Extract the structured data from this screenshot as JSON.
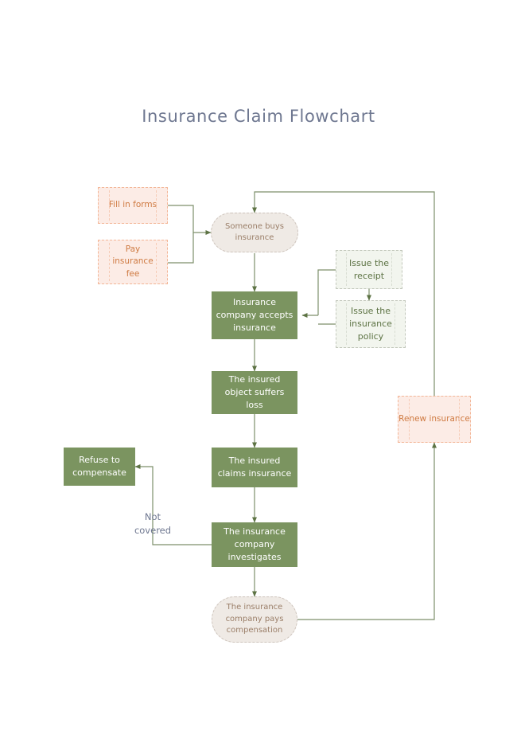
{
  "page": {
    "title": "Insurance Claim Flowchart",
    "background": "#ffffff"
  },
  "colors": {
    "title_text": "#6e7790",
    "green_fill": "#7b9460",
    "green_text": "#ffffff",
    "pink_fill": "#fcece6",
    "pink_border": "#f3b596",
    "pink_text": "#cf7b43",
    "ltgreen_fill": "#f2f5ee",
    "ltgreen_border": "#c2c7bb",
    "ltgreen_text": "#5d7344",
    "round_fill": "#efeae5",
    "round_border": "#cdc3bb",
    "round_text": "#9a7e68",
    "connector": "#7d8f6b",
    "label_text": "#6e7790"
  },
  "chart_data": {
    "type": "diagram",
    "title": "Insurance Claim Flowchart",
    "nodes": [
      {
        "id": "fill-in-forms",
        "label": "Fill in forms",
        "shape": "rect-dashed",
        "style": "pink"
      },
      {
        "id": "pay-insurance-fee",
        "label": "Pay\ninsurance\nfee",
        "shape": "rect-dashed",
        "style": "pink"
      },
      {
        "id": "someone-buys-insurance",
        "label": "Someone buys\ninsurance",
        "shape": "rounded",
        "style": "beige"
      },
      {
        "id": "issue-the-receipt",
        "label": "Issue the\nreceipt",
        "shape": "rect-dashed",
        "style": "light-green"
      },
      {
        "id": "issue-insurance-policy",
        "label": "Issue  the\ninsurance\npolicy",
        "shape": "rect-dashed",
        "style": "light-green"
      },
      {
        "id": "company-accepts-insurance",
        "label": "Insurance\ncompany accepts\ninsurance",
        "shape": "rect",
        "style": "green"
      },
      {
        "id": "insured-object-suffers-loss",
        "label": "The insured\nobject suffers\nloss",
        "shape": "rect",
        "style": "green"
      },
      {
        "id": "insured-claims-insurance",
        "label": "The insured\nclaims insurance",
        "shape": "rect",
        "style": "green"
      },
      {
        "id": "refuse-to-compensate",
        "label": "Refuse to\ncompensate",
        "shape": "rect",
        "style": "green"
      },
      {
        "id": "company-investigates",
        "label": "The insurance\ncompany\ninvestigates",
        "shape": "rect",
        "style": "green"
      },
      {
        "id": "company-pays-compensation",
        "label": "The insurance\ncompany pays\ncompensation",
        "shape": "rounded",
        "style": "beige"
      },
      {
        "id": "renew-insurance",
        "label": "Renew insurance",
        "shape": "rect-dashed",
        "style": "pink"
      }
    ],
    "edges": [
      {
        "from": "fill-in-forms",
        "to": "someone-buys-insurance",
        "label": ""
      },
      {
        "from": "pay-insurance-fee",
        "to": "someone-buys-insurance",
        "label": ""
      },
      {
        "from": "someone-buys-insurance",
        "to": "company-accepts-insurance",
        "label": ""
      },
      {
        "from": "issue-the-receipt",
        "to": "issue-insurance-policy",
        "label": ""
      },
      {
        "from": "issue-the-receipt",
        "to": "company-accepts-insurance",
        "label": ""
      },
      {
        "from": "issue-insurance-policy",
        "to": "company-accepts-insurance",
        "label": ""
      },
      {
        "from": "company-accepts-insurance",
        "to": "insured-object-suffers-loss",
        "label": ""
      },
      {
        "from": "insured-object-suffers-loss",
        "to": "insured-claims-insurance",
        "label": ""
      },
      {
        "from": "insured-claims-insurance",
        "to": "company-investigates",
        "label": ""
      },
      {
        "from": "company-investigates",
        "to": "refuse-to-compensate",
        "label": "Not\ncovered"
      },
      {
        "from": "company-investigates",
        "to": "company-pays-compensation",
        "label": ""
      },
      {
        "from": "company-pays-compensation",
        "to": "renew-insurance",
        "label": ""
      },
      {
        "from": "renew-insurance",
        "to": "someone-buys-insurance",
        "label": ""
      }
    ],
    "edge_labels": [
      {
        "id": "not-covered",
        "text": "Not\ncovered"
      }
    ]
  }
}
